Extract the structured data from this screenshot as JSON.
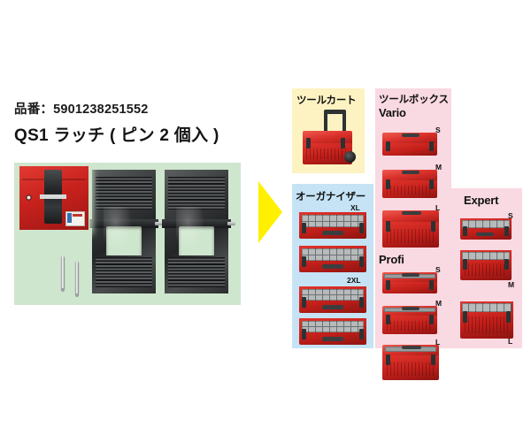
{
  "product": {
    "part_number_label": "品番：5901238251552",
    "title": "QS1 ラッチ ( ピン 2 個入 )",
    "photo_alt": "QS1 latch pair with two steel pins on green background",
    "inset_alt": "Close-up of QS1 latch mounted on red tool case"
  },
  "arrow": {
    "name": "compatibility-arrow",
    "direction": "right",
    "color": "#ffef00"
  },
  "compatibility": {
    "panels": [
      {
        "key": "cart",
        "title": "ツールカート",
        "color": "#fdf3c2",
        "items": [
          {
            "label": ""
          }
        ]
      },
      {
        "key": "organizer",
        "title": "オーガナイザー",
        "color": "#c5e3f5",
        "items": [
          {
            "label": "XL"
          },
          {
            "label": ""
          },
          {
            "label": "2XL"
          },
          {
            "label": ""
          }
        ]
      },
      {
        "key": "toolbox_vario",
        "title": "ツールボックス",
        "subtitle": "Vario",
        "color": "#f9d9e2",
        "items": [
          {
            "label": "S"
          },
          {
            "label": "M"
          },
          {
            "label": "L"
          }
        ]
      },
      {
        "key": "profi",
        "title": "Profi",
        "color": "#f9d9e2",
        "items": [
          {
            "label": "S"
          },
          {
            "label": "M"
          },
          {
            "label": "L"
          }
        ]
      },
      {
        "key": "expert",
        "title": "Expert",
        "color": "#f9d9e2",
        "items": [
          {
            "label": "S"
          },
          {
            "label": "M"
          },
          {
            "label": "L"
          }
        ]
      }
    ]
  }
}
